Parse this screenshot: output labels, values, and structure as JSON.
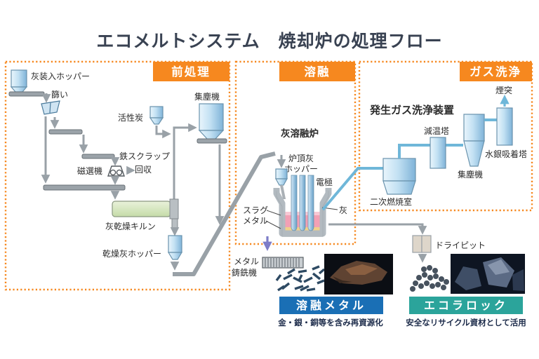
{
  "title": "エコメルトシステム　焼却炉の処理フロー",
  "sections": {
    "pre": "前処理",
    "melt": "溶融",
    "gas": "ガス洗浄"
  },
  "pre": {
    "ash_hopper": "灰装入ホッパー",
    "sieve": "篩い",
    "magnet": "磁選機",
    "scrap1": "鉄スクラップ",
    "scrap2": "回収",
    "carbon": "活性炭",
    "dust": "集塵機",
    "kiln": "灰乾燥キルン",
    "dry_hopper": "乾燥灰ホッパー"
  },
  "melt": {
    "furnace": "灰溶融炉",
    "hopper1": "炉頂灰",
    "hopper2": "ホッパー",
    "electrode": "電極",
    "slag": "スラグ",
    "metal": "メタル",
    "ash": "灰",
    "caster1": "メタル",
    "caster2": "鋳銑機"
  },
  "gas": {
    "title": "発生ガス洗浄装置",
    "chamber": "二次燃焼室",
    "cool_tower": "減温塔",
    "cyclone": "集塵機",
    "mercury": "水銀吸着塔",
    "stack": "煙突"
  },
  "out": {
    "dry_pit": "ドライピット",
    "metal_label": "溶融メタル",
    "metal_caption": "金・銀・銅等を含み再資源化",
    "rock_label": "エコラロック",
    "rock_caption": "安全なリサイクル資材として活用"
  },
  "colors": {
    "accent_orange": "#f6881f",
    "banner_blue": "#1a6fb5",
    "banner_teal": "#2ba49b",
    "pipe_blue": "#6fb7d9",
    "equipment_blue": "#aed4ee",
    "kiln_green": "#d9e8c5",
    "slag_pink": "#f2a0b4",
    "metal_yellow": "#f0d08a",
    "arrow_gray": "#99a1a7",
    "title_text": "#394252"
  }
}
